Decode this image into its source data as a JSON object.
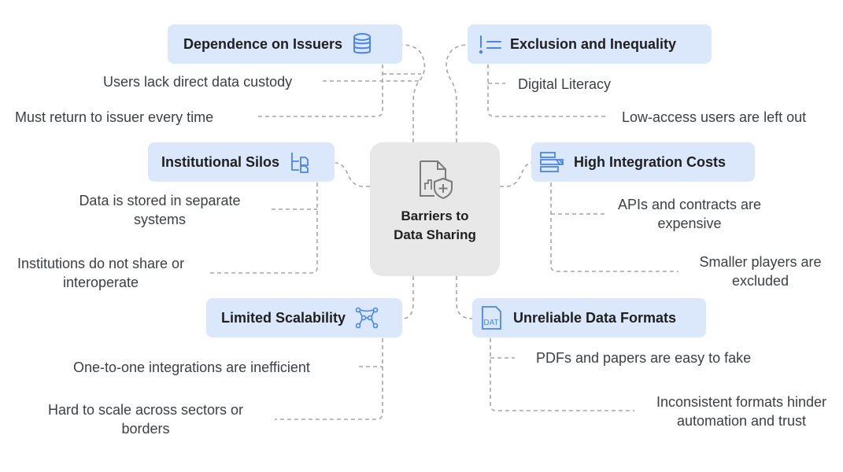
{
  "center": {
    "title": "Barriers to Data Sharing",
    "icon": "document-shield-icon"
  },
  "branches": [
    {
      "label": "Dependence on Issuers",
      "icon": "database-icon",
      "items": [
        "Users lack direct data custody",
        "Must return to issuer every time"
      ]
    },
    {
      "label": "Institutional Silos",
      "icon": "file-tree-icon",
      "items": [
        "Data is stored in separate systems",
        "Institutions do not share or interoperate"
      ]
    },
    {
      "label": "Limited Scalability",
      "icon": "network-icon",
      "items": [
        "One-to-one integrations are inefficient",
        "Hard to scale across sectors or borders"
      ]
    },
    {
      "label": "Exclusion and Inequality",
      "icon": "list-icon",
      "items": [
        "Digital Literacy",
        "Low-access users are left out"
      ]
    },
    {
      "label": "High Integration Costs",
      "icon": "stacked-bars-icon",
      "items": [
        "APIs and contracts are expensive",
        "Smaller players are excluded"
      ]
    },
    {
      "label": "Unreliable Data Formats",
      "icon": "dat-file-icon",
      "items": [
        "PDFs and papers are easy to fake",
        "Inconsistent formats hinder automation and trust"
      ]
    }
  ],
  "colors": {
    "node_bg": "#dbe7fb",
    "center_bg": "#e8e8e8",
    "icon": "#4a86e8",
    "connector": "#a6a6a6"
  }
}
